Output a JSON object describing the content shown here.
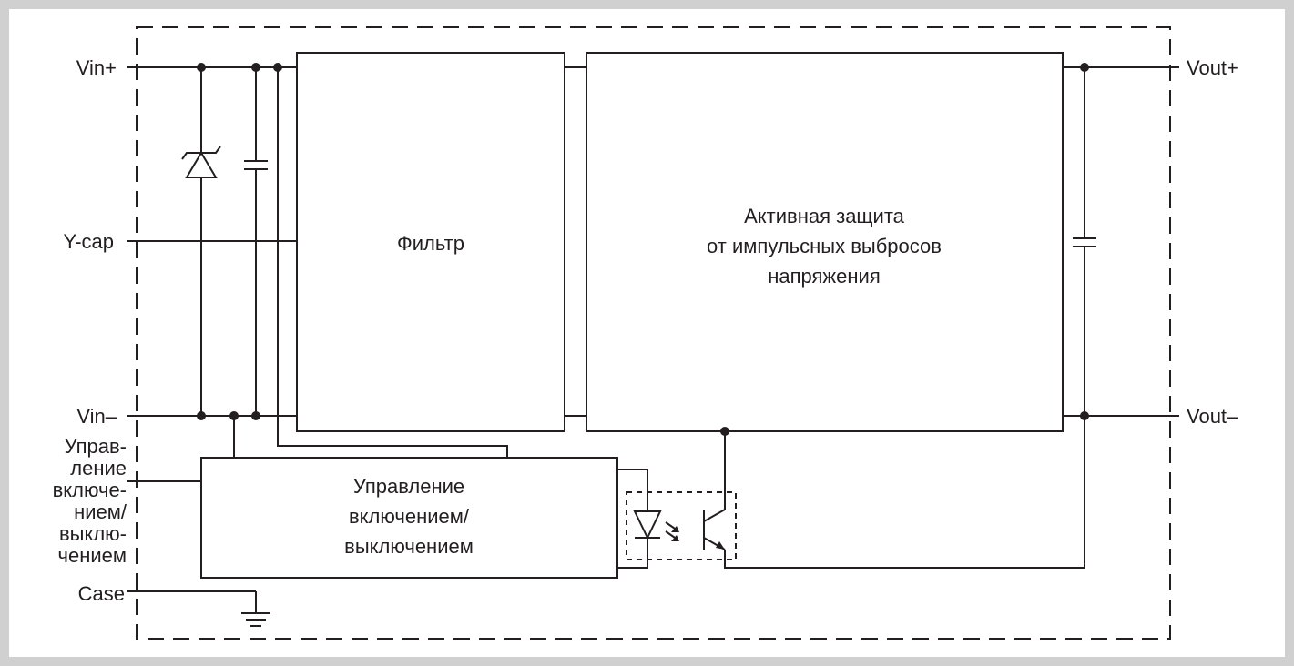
{
  "pins": {
    "vin_plus": "Vin+",
    "ycap": "Y-cap",
    "vin_minus": "Vin–",
    "onoff": [
      "Управ-",
      "ление",
      "включе-",
      "нием/",
      "выклю-",
      "чением"
    ],
    "case": "Case",
    "vout_plus": "Vout+",
    "vout_minus": "Vout–"
  },
  "blocks": {
    "filter": "Фильтр",
    "protection": [
      "Активная защита",
      "от импульсных выбросов",
      "напряжения"
    ],
    "control": [
      "Управление",
      "включением/",
      "выключением"
    ]
  },
  "colors": {
    "background": "#d0d0d0",
    "panel": "#ffffff",
    "line": "#231f20"
  }
}
